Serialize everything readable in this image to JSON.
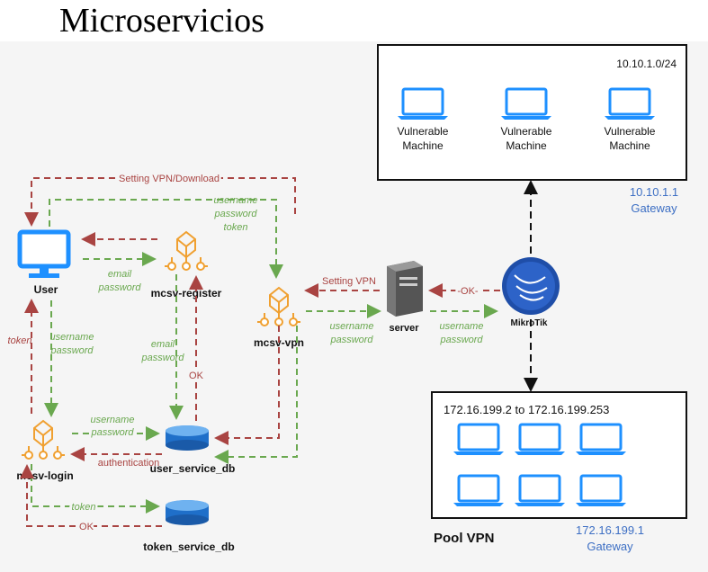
{
  "title": "Microservicios",
  "nodes": {
    "user": "User",
    "register": "mcsv-register",
    "vpn": "mcsv-vpn",
    "login": "mcsv-login",
    "server": "server",
    "mikrotik": "MikroTik",
    "user_db": "user_service_db",
    "token_db": "token_service_db"
  },
  "vulnerable_network": {
    "subnet": "10.10.1.0/24",
    "machines": [
      {
        "line1": "Vulnerable",
        "line2": "Machine"
      },
      {
        "line1": "Vulnerable",
        "line2": "Machine"
      },
      {
        "line1": "Vulnerable",
        "line2": "Machine"
      }
    ],
    "gateway_ip": "10.10.1.1",
    "gateway_label": "Gateway"
  },
  "pool_vpn": {
    "range": "172.16.199.2 to 172.16.199.253",
    "name": "Pool VPN",
    "gateway_ip": "172.16.199.1",
    "gateway_label": "Gateway"
  },
  "edges": {
    "setting_vpn_download": "Setting VPN/Download",
    "vpn_creds": [
      "username",
      "password",
      "token"
    ],
    "email": "email",
    "password": "password",
    "username": "username",
    "token": "token",
    "ok": "OK",
    "authentication": "authentication",
    "setting_vpn": "Setting VPN",
    "ok_dash": "-OK-",
    "ok_left": "OK"
  },
  "colors": {
    "green": "#6aa84f",
    "red": "#a94442",
    "orange": "#f0a030",
    "blue": "#3d6fc4",
    "monitor": "#1e90ff"
  }
}
